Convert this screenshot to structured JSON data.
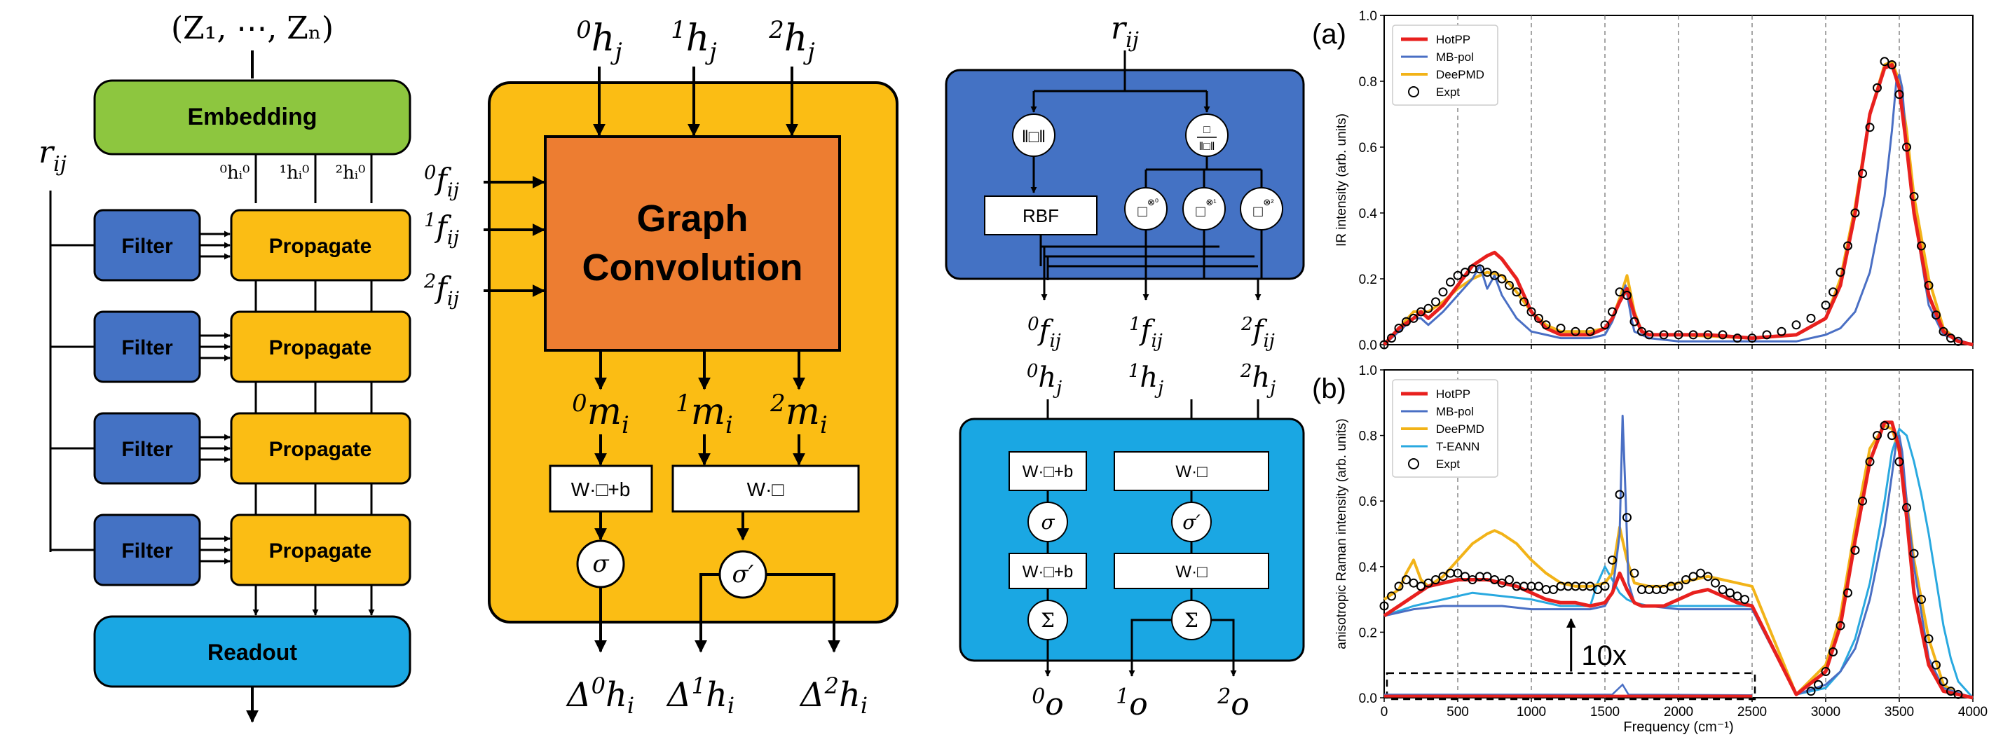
{
  "diagram": {
    "input_label": "(Z₁, ⋯, Zₙ)",
    "rij": "r",
    "rij_sub": "ij",
    "embedding": "Embedding",
    "h0": "⁰hᵢ⁰",
    "h1": "¹hᵢ⁰",
    "h2": "²hᵢ⁰",
    "filter": "Filter",
    "propagate": "Propagate",
    "readout": "Readout",
    "gc_line1": "Graph",
    "gc_line2": "Convolution",
    "f_labels": [
      "0",
      "1",
      "2"
    ],
    "f_sym": "f",
    "h_sym": "h",
    "m_sym": "m",
    "sub_j": "j",
    "sub_i": "i",
    "sub_ij": "ij",
    "wb": "W·□+b",
    "w": "W·□",
    "sigma": "σ",
    "sigma_p": "σ′",
    "sum": "Σ",
    "delta": "Δ",
    "rbf": "RBF",
    "o_sym": "o",
    "cg_sup": [
      "⊗⁰",
      "⊗¹",
      "⊗²"
    ]
  },
  "panel_a": {
    "tag": "(a)",
    "ylabel": "IR intensity (arb. units)",
    "legend": [
      "HotPP",
      "MB-pol",
      "DeePMD",
      "Expt"
    ]
  },
  "panel_b": {
    "tag": "(b)",
    "ylabel": "anisotropic Raman intensity (arb. units)",
    "legend": [
      "HotPP",
      "MB-pol",
      "DeePMD",
      "T-EANN",
      "Expt"
    ],
    "annotation": "10x"
  },
  "xlabel": "Frequency (cm⁻¹)",
  "colors": {
    "hotpp": "#e8201e",
    "mbpol": "#4a6fc4",
    "deepmd": "#f2b318",
    "teann": "#29a9e0",
    "expt": "#000000"
  },
  "chart_data": [
    {
      "type": "line",
      "title": "",
      "xlabel": "Frequency (cm⁻¹)",
      "ylabel": "IR intensity (arb. units)",
      "xlim": [
        0,
        4000
      ],
      "ylim": [
        0,
        1.0
      ],
      "xticks": [
        0,
        500,
        1000,
        1500,
        2000,
        2500,
        3000,
        3500,
        4000
      ],
      "yticks": [
        0.0,
        0.2,
        0.4,
        0.6,
        0.8,
        1.0
      ],
      "legend_position": "top-left",
      "series": [
        {
          "name": "HotPP",
          "x": [
            0,
            100,
            200,
            250,
            300,
            400,
            500,
            600,
            700,
            750,
            800,
            900,
            1000,
            1100,
            1200,
            1300,
            1400,
            1500,
            1550,
            1600,
            1650,
            1700,
            1750,
            1800,
            2000,
            2200,
            2500,
            2800,
            3000,
            3100,
            3200,
            3300,
            3400,
            3450,
            3500,
            3550,
            3600,
            3700,
            3800,
            3900,
            4000
          ],
          "y": [
            0.0,
            0.05,
            0.08,
            0.1,
            0.08,
            0.12,
            0.18,
            0.24,
            0.27,
            0.28,
            0.26,
            0.2,
            0.1,
            0.05,
            0.03,
            0.03,
            0.03,
            0.05,
            0.08,
            0.13,
            0.17,
            0.09,
            0.04,
            0.03,
            0.03,
            0.03,
            0.02,
            0.03,
            0.08,
            0.18,
            0.4,
            0.7,
            0.84,
            0.85,
            0.78,
            0.6,
            0.4,
            0.15,
            0.04,
            0.01,
            0.0
          ]
        },
        {
          "name": "MB-pol",
          "x": [
            0,
            100,
            200,
            250,
            300,
            400,
            500,
            600,
            650,
            700,
            750,
            800,
            900,
            1000,
            1100,
            1200,
            1400,
            1500,
            1550,
            1600,
            1640,
            1680,
            1700,
            1750,
            1800,
            2000,
            2500,
            2800,
            3000,
            3100,
            3200,
            3300,
            3400,
            3450,
            3480,
            3500,
            3520,
            3550,
            3600,
            3700,
            3800,
            4000
          ],
          "y": [
            0.0,
            0.04,
            0.08,
            0.08,
            0.06,
            0.1,
            0.15,
            0.2,
            0.24,
            0.17,
            0.21,
            0.15,
            0.08,
            0.04,
            0.03,
            0.02,
            0.02,
            0.03,
            0.07,
            0.13,
            0.18,
            0.08,
            0.04,
            0.03,
            0.02,
            0.01,
            0.01,
            0.01,
            0.03,
            0.05,
            0.1,
            0.22,
            0.45,
            0.65,
            0.8,
            0.82,
            0.78,
            0.6,
            0.4,
            0.12,
            0.03,
            0.0
          ]
        },
        {
          "name": "DeePMD",
          "x": [
            0,
            100,
            200,
            300,
            400,
            500,
            600,
            700,
            800,
            900,
            1000,
            1100,
            1200,
            1400,
            1500,
            1550,
            1600,
            1650,
            1700,
            1750,
            1800,
            2000,
            2500,
            2800,
            3000,
            3100,
            3200,
            3300,
            3400,
            3450,
            3500,
            3550,
            3600,
            3700,
            3800,
            3900,
            4000
          ],
          "y": [
            0.0,
            0.05,
            0.1,
            0.1,
            0.13,
            0.17,
            0.2,
            0.22,
            0.21,
            0.16,
            0.1,
            0.06,
            0.04,
            0.04,
            0.05,
            0.08,
            0.14,
            0.21,
            0.1,
            0.04,
            0.03,
            0.03,
            0.02,
            0.03,
            0.08,
            0.2,
            0.42,
            0.7,
            0.85,
            0.86,
            0.8,
            0.65,
            0.45,
            0.2,
            0.05,
            0.01,
            0.0
          ]
        },
        {
          "name": "Expt",
          "x": [
            0,
            50,
            100,
            150,
            200,
            250,
            300,
            350,
            400,
            450,
            500,
            550,
            600,
            650,
            700,
            750,
            800,
            850,
            900,
            950,
            1000,
            1050,
            1100,
            1200,
            1300,
            1400,
            1500,
            1550,
            1600,
            1650,
            1700,
            1750,
            1800,
            1900,
            2000,
            2100,
            2200,
            2300,
            2400,
            2500,
            2600,
            2700,
            2800,
            2900,
            3000,
            3050,
            3100,
            3150,
            3200,
            3250,
            3300,
            3350,
            3400,
            3450,
            3500,
            3550,
            3600,
            3650,
            3700,
            3750,
            3800,
            3850,
            3900
          ],
          "y": [
            0.0,
            0.02,
            0.05,
            0.07,
            0.08,
            0.1,
            0.11,
            0.13,
            0.16,
            0.19,
            0.21,
            0.22,
            0.23,
            0.23,
            0.22,
            0.21,
            0.2,
            0.18,
            0.16,
            0.13,
            0.1,
            0.08,
            0.06,
            0.05,
            0.04,
            0.04,
            0.06,
            0.1,
            0.16,
            0.15,
            0.07,
            0.04,
            0.03,
            0.03,
            0.03,
            0.03,
            0.03,
            0.03,
            0.02,
            0.02,
            0.03,
            0.04,
            0.06,
            0.08,
            0.12,
            0.16,
            0.22,
            0.3,
            0.4,
            0.52,
            0.66,
            0.78,
            0.86,
            0.85,
            0.76,
            0.6,
            0.45,
            0.3,
            0.18,
            0.09,
            0.04,
            0.02,
            0.01
          ]
        }
      ]
    },
    {
      "type": "line",
      "title": "",
      "xlabel": "Frequency (cm⁻¹)",
      "ylabel": "anisotropic Raman intensity (arb. units)",
      "xlim": [
        0,
        4000
      ],
      "ylim": [
        0,
        1.0
      ],
      "xticks": [
        0,
        500,
        1000,
        1500,
        2000,
        2500,
        3000,
        3500,
        4000
      ],
      "yticks": [
        0.0,
        0.2,
        0.4,
        0.6,
        0.8,
        1.0
      ],
      "legend_position": "top-left",
      "series": [
        {
          "name": "HotPP",
          "x": [
            0,
            100,
            200,
            300,
            400,
            500,
            600,
            700,
            800,
            900,
            1000,
            1100,
            1200,
            1300,
            1400,
            1500,
            1550,
            1600,
            1650,
            1700,
            1750,
            1800,
            1900,
            2000,
            2100,
            2200,
            2300,
            2400,
            2500,
            2800,
            3000,
            3100,
            3200,
            3300,
            3400,
            3450,
            3500,
            3550,
            3600,
            3700,
            3800,
            4000
          ],
          "y": [
            0.25,
            0.28,
            0.31,
            0.34,
            0.35,
            0.36,
            0.36,
            0.36,
            0.35,
            0.34,
            0.32,
            0.3,
            0.29,
            0.29,
            0.28,
            0.29,
            0.32,
            0.38,
            0.33,
            0.29,
            0.28,
            0.28,
            0.28,
            0.3,
            0.32,
            0.33,
            0.31,
            0.29,
            0.28,
            0.01,
            0.08,
            0.22,
            0.48,
            0.72,
            0.84,
            0.84,
            0.76,
            0.55,
            0.32,
            0.1,
            0.02,
            0.0
          ]
        },
        {
          "name": "MB-pol",
          "x": [
            0,
            200,
            400,
            600,
            800,
            1000,
            1200,
            1400,
            1500,
            1550,
            1600,
            1620,
            1640,
            1660,
            1700,
            1750,
            1800,
            2000,
            2200,
            2400,
            2500,
            2800,
            3000,
            3100,
            3200,
            3300,
            3400,
            3450,
            3480,
            3500,
            3520,
            3550,
            3600,
            3700,
            3800,
            4000
          ],
          "y": [
            0.25,
            0.27,
            0.28,
            0.28,
            0.28,
            0.27,
            0.27,
            0.27,
            0.28,
            0.32,
            0.5,
            0.86,
            0.62,
            0.35,
            0.29,
            0.28,
            0.28,
            0.27,
            0.27,
            0.27,
            0.27,
            0.01,
            0.04,
            0.08,
            0.15,
            0.3,
            0.52,
            0.68,
            0.78,
            0.8,
            0.75,
            0.6,
            0.4,
            0.12,
            0.03,
            0.0
          ]
        },
        {
          "name": "DeePMD",
          "x": [
            0,
            100,
            150,
            200,
            250,
            300,
            400,
            500,
            600,
            700,
            750,
            800,
            900,
            1000,
            1100,
            1200,
            1300,
            1400,
            1500,
            1550,
            1600,
            1650,
            1700,
            1800,
            1900,
            2000,
            2100,
            2200,
            2300,
            2400,
            2500,
            2800,
            3000,
            3100,
            3200,
            3300,
            3400,
            3450,
            3500,
            3550,
            3600,
            3700,
            3800,
            3900,
            4000
          ],
          "y": [
            0.3,
            0.33,
            0.38,
            0.42,
            0.36,
            0.34,
            0.37,
            0.42,
            0.47,
            0.5,
            0.51,
            0.5,
            0.47,
            0.42,
            0.38,
            0.35,
            0.34,
            0.34,
            0.35,
            0.38,
            0.52,
            0.42,
            0.35,
            0.34,
            0.34,
            0.35,
            0.36,
            0.37,
            0.36,
            0.35,
            0.34,
            0.01,
            0.1,
            0.25,
            0.52,
            0.76,
            0.83,
            0.82,
            0.75,
            0.6,
            0.42,
            0.18,
            0.04,
            0.01,
            0.0
          ]
        },
        {
          "name": "T-EANN",
          "x": [
            0,
            200,
            400,
            600,
            800,
            1000,
            1200,
            1400,
            1450,
            1500,
            1550,
            1600,
            1650,
            1700,
            1800,
            2000,
            2200,
            2400,
            2500,
            2800,
            3000,
            3100,
            3200,
            3300,
            3400,
            3450,
            3500,
            3550,
            3600,
            3650,
            3700,
            3750,
            3800,
            3850,
            3900,
            4000
          ],
          "y": [
            0.25,
            0.28,
            0.3,
            0.32,
            0.31,
            0.3,
            0.28,
            0.28,
            0.35,
            0.4,
            0.36,
            0.32,
            0.3,
            0.29,
            0.28,
            0.28,
            0.28,
            0.28,
            0.28,
            0.01,
            0.03,
            0.08,
            0.18,
            0.35,
            0.6,
            0.75,
            0.82,
            0.8,
            0.72,
            0.62,
            0.5,
            0.36,
            0.22,
            0.12,
            0.05,
            0.0
          ]
        },
        {
          "name": "Expt",
          "x": [
            0,
            50,
            100,
            150,
            200,
            250,
            300,
            350,
            400,
            450,
            500,
            550,
            600,
            650,
            700,
            750,
            800,
            850,
            900,
            950,
            1000,
            1050,
            1100,
            1150,
            1200,
            1250,
            1300,
            1350,
            1400,
            1450,
            1500,
            1550,
            1600,
            1650,
            1700,
            1750,
            1800,
            1850,
            1900,
            1950,
            2000,
            2050,
            2100,
            2150,
            2200,
            2250,
            2300,
            2350,
            2400,
            2450,
            2900,
            2950,
            3000,
            3050,
            3100,
            3150,
            3200,
            3250,
            3300,
            3350,
            3400,
            3450,
            3500,
            3550,
            3600,
            3650,
            3700,
            3750,
            3800,
            3850,
            3900
          ],
          "y": [
            0.28,
            0.31,
            0.34,
            0.36,
            0.35,
            0.34,
            0.35,
            0.36,
            0.37,
            0.38,
            0.38,
            0.37,
            0.36,
            0.37,
            0.37,
            0.36,
            0.35,
            0.36,
            0.34,
            0.34,
            0.34,
            0.34,
            0.33,
            0.33,
            0.34,
            0.34,
            0.34,
            0.34,
            0.34,
            0.33,
            0.34,
            0.42,
            0.62,
            0.55,
            0.38,
            0.33,
            0.33,
            0.33,
            0.33,
            0.34,
            0.34,
            0.36,
            0.37,
            0.38,
            0.37,
            0.35,
            0.33,
            0.32,
            0.31,
            0.3,
            0.02,
            0.04,
            0.08,
            0.14,
            0.22,
            0.32,
            0.45,
            0.6,
            0.72,
            0.8,
            0.83,
            0.8,
            0.72,
            0.58,
            0.44,
            0.3,
            0.18,
            0.1,
            0.05,
            0.02,
            0.01
          ]
        }
      ]
    }
  ]
}
